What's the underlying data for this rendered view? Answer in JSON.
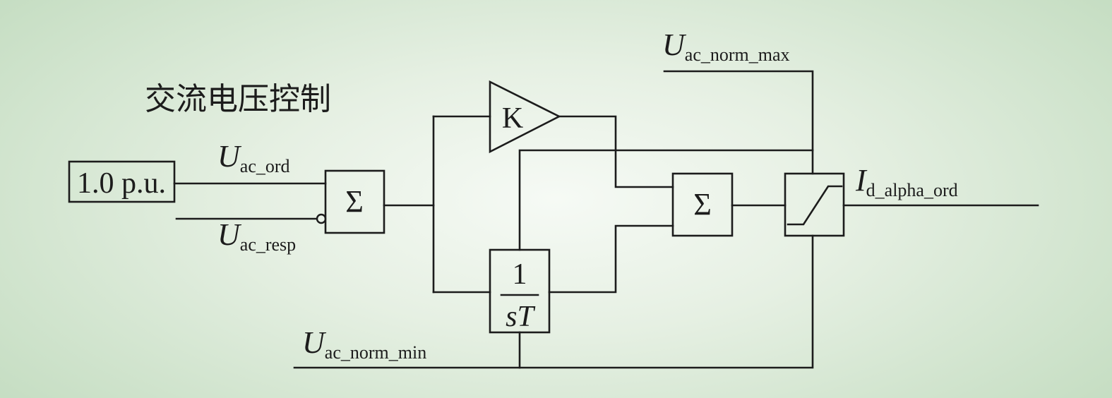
{
  "title": "交流电压控制",
  "reference_block": "1.0 p.u.",
  "signals": {
    "u_ac_ord": {
      "base": "U",
      "sub": "ac_ord"
    },
    "u_ac_resp": {
      "base": "U",
      "sub": "ac_resp"
    },
    "u_ac_norm_max": {
      "base": "U",
      "sub": "ac_norm_max"
    },
    "u_ac_norm_min": {
      "base": "U",
      "sub": "ac_norm_min"
    },
    "i_d_alpha_ord": {
      "base": "I",
      "sub": "d_alpha_ord"
    }
  },
  "blocks": {
    "sum1": "Σ",
    "sum2": "Σ",
    "gain": "K",
    "integrator_num": "1",
    "integrator_den_s": "s",
    "integrator_den_T": "T"
  },
  "colors": {
    "line": "#1c1c1c",
    "bg_center": "#f6faf5",
    "bg_edge": "#bcd8b9"
  }
}
